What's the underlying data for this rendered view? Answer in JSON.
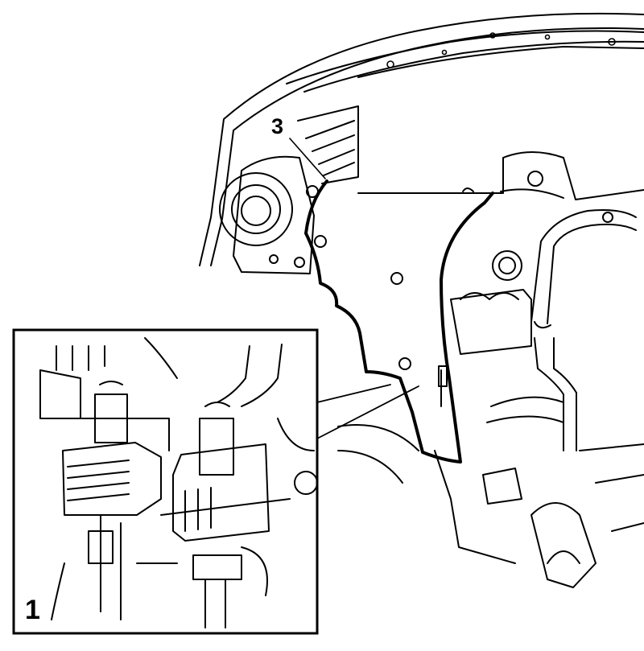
{
  "callouts": [
    {
      "id": "3",
      "label": "3"
    },
    {
      "id": "1",
      "label": "1"
    }
  ],
  "colors": {
    "line": "#000000",
    "background": "#ffffff"
  }
}
